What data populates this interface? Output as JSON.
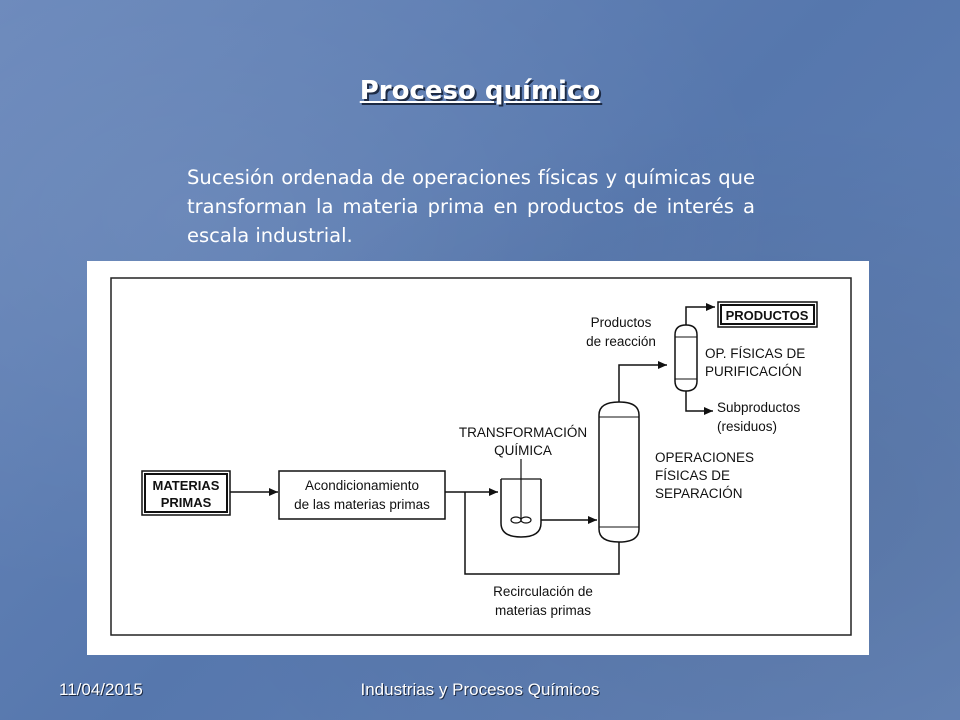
{
  "slide": {
    "title": "Proceso químico",
    "description": "Sucesión ordenada de operaciones físicas y químicas que transforman la materia prima en productos de interés a escala industrial."
  },
  "diagram": {
    "materias_primas_line1": "MATERIAS",
    "materias_primas_line2": "PRIMAS",
    "acondicionamiento_line1": "Acondicionamiento",
    "acondicionamiento_line2": "de las materias primas",
    "transformacion_line1": "TRANSFORMACIÓN",
    "transformacion_line2": "QUÍMICA",
    "productos_reaccion_line1": "Productos",
    "productos_reaccion_line2": "de reacción",
    "productos": "PRODUCTOS",
    "purificacion_line1": "OP. FÍSICAS DE",
    "purificacion_line2": "PURIFICACIÓN",
    "subproductos_line1": "Subproductos",
    "subproductos_line2": "(residuos)",
    "separacion_line1": "OPERACIONES",
    "separacion_line2": "FÍSICAS DE",
    "separacion_line3": "SEPARACIÓN",
    "recirculacion_line1": "Recirculación de",
    "recirculacion_line2": "materias primas"
  },
  "footer": {
    "date": "11/04/2015",
    "course": "Industrias y Procesos Químicos"
  }
}
